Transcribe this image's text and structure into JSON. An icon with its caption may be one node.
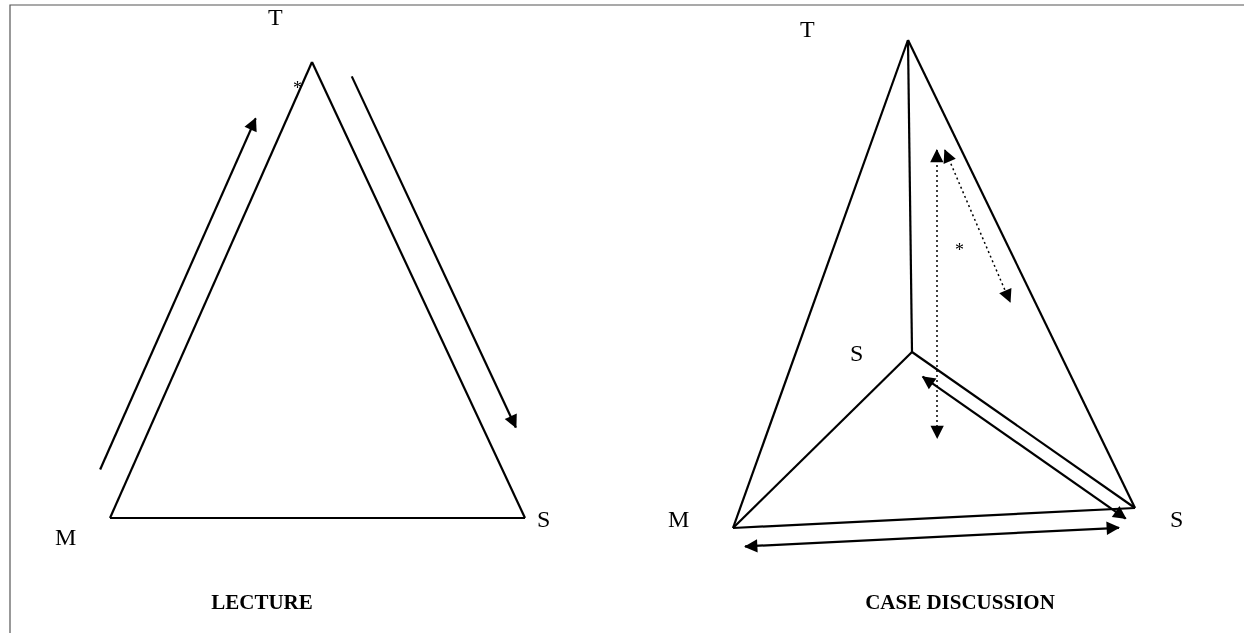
{
  "diagram": {
    "nodes": [
      {
        "text": [
          "T"
        ]
      },
      {
        "text": [
          "M"
        ]
      },
      {
        "text": [
          "S"
        ]
      },
      {
        "text": [
          "T"
        ]
      },
      {
        "text": [
          "S"
        ]
      },
      {
        "text": [
          "M"
        ]
      },
      {
        "text": [
          "S"
        ]
      }
    ],
    "edges": [
      {
        "from": 0,
        "to": 1,
        "arrow": "none"
      },
      {
        "from": 0,
        "to": 2,
        "arrow": "none"
      },
      {
        "from": 1,
        "to": 2,
        "arrow": "none"
      },
      {
        "from": 1,
        "to": 0,
        "arrow": "to"
      },
      {
        "from": 0,
        "to": 2,
        "arrow": "to"
      },
      {
        "from": 3,
        "to": 5,
        "arrow": "none"
      },
      {
        "from": 3,
        "to": 6,
        "arrow": "none"
      },
      {
        "from": 3,
        "to": 4,
        "arrow": "none"
      },
      {
        "from": 4,
        "to": 5,
        "arrow": "none"
      },
      {
        "from": 4,
        "to": 6,
        "arrow": "none"
      },
      {
        "from": 5,
        "to": 6,
        "arrow": "none"
      },
      {
        "from": 4,
        "to": 6,
        "arrow": "both"
      },
      {
        "from": 5,
        "to": 6,
        "arrow": "both"
      }
    ],
    "labels": [
      "*",
      "*",
      "LECTURE",
      "CASE DISCUSSION"
    ]
  }
}
